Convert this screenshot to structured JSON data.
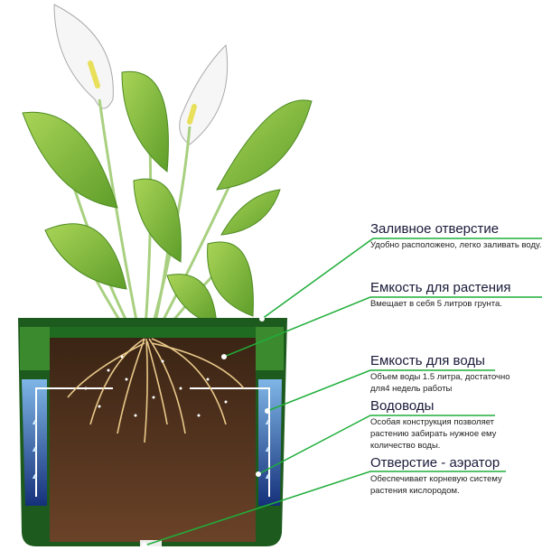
{
  "labels": [
    {
      "title": "Заливное отверстие",
      "desc": "Удобно расположено, легко заливать воду."
    },
    {
      "title": "Емкость для растения",
      "desc": "Вмещает в себя 5 литров грунта."
    },
    {
      "title": "Емкость для воды",
      "desc": "Объем воды 1.5 литра, достаточно для4 недель работы"
    },
    {
      "title": "Водоводы",
      "desc": "Особая конструкция позволяет растению забирать нужное ему количество воды."
    },
    {
      "title": "Отверстие - аэратор",
      "desc": "Обеспечивает корневую систему растения кислородом."
    }
  ],
  "colors": {
    "leader": "#1fae3a",
    "pot": "#1d5a1d",
    "soil": "#4a2c1a",
    "water": "#3b7cc4",
    "leaf": "#8bc540"
  }
}
